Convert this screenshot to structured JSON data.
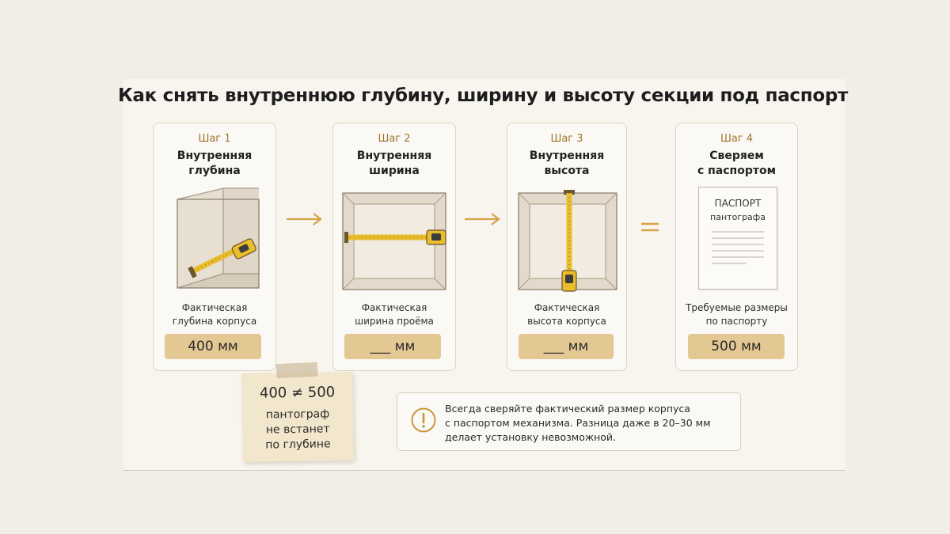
{
  "title": "Как снять внутреннюю глубину, ширину и высоту секции под паспорт",
  "steps": [
    {
      "num": "Шаг 1",
      "title": [
        "Внутренняя",
        "глубина"
      ],
      "caption": [
        "Фактическая",
        "глубина корпуса"
      ],
      "value": "400 мм",
      "icon": "box-depth-tape-icon"
    },
    {
      "num": "Шаг 2",
      "title": [
        "Внутренняя",
        "ширина"
      ],
      "caption": [
        "Фактическая",
        "ширина проёма"
      ],
      "value": "___ мм",
      "icon": "box-width-tape-icon"
    },
    {
      "num": "Шаг 3",
      "title": [
        "Внутренняя",
        "высота"
      ],
      "caption": [
        "Фактическая",
        "высота корпуса"
      ],
      "value": "___ мм",
      "icon": "box-height-tape-icon"
    },
    {
      "num": "Шаг 4",
      "title": [
        "Сверяем",
        "с паспортом"
      ],
      "caption": [
        "Требуемые размеры",
        "по паспорту"
      ],
      "value": "500 мм",
      "icon": "passport-document-icon"
    }
  ],
  "passport": {
    "heading": "ПАСПОРТ",
    "sub": "пантографа"
  },
  "sticky": {
    "line1": "400 ≠ 500",
    "lines": [
      "пантограф",
      "не встанет",
      "по глубине"
    ]
  },
  "note": {
    "icon": "warning-icon",
    "lines": [
      "Всегда сверяйте фактический размер корпуса",
      "с паспортом механизма. Разница даже в 20–30 мм",
      "делает установку невозможной."
    ]
  },
  "colors": {
    "accent": "#a0742f",
    "value_fill": "#e3c893",
    "tape": "#e9bd2c",
    "arrow": "#d6a447"
  }
}
